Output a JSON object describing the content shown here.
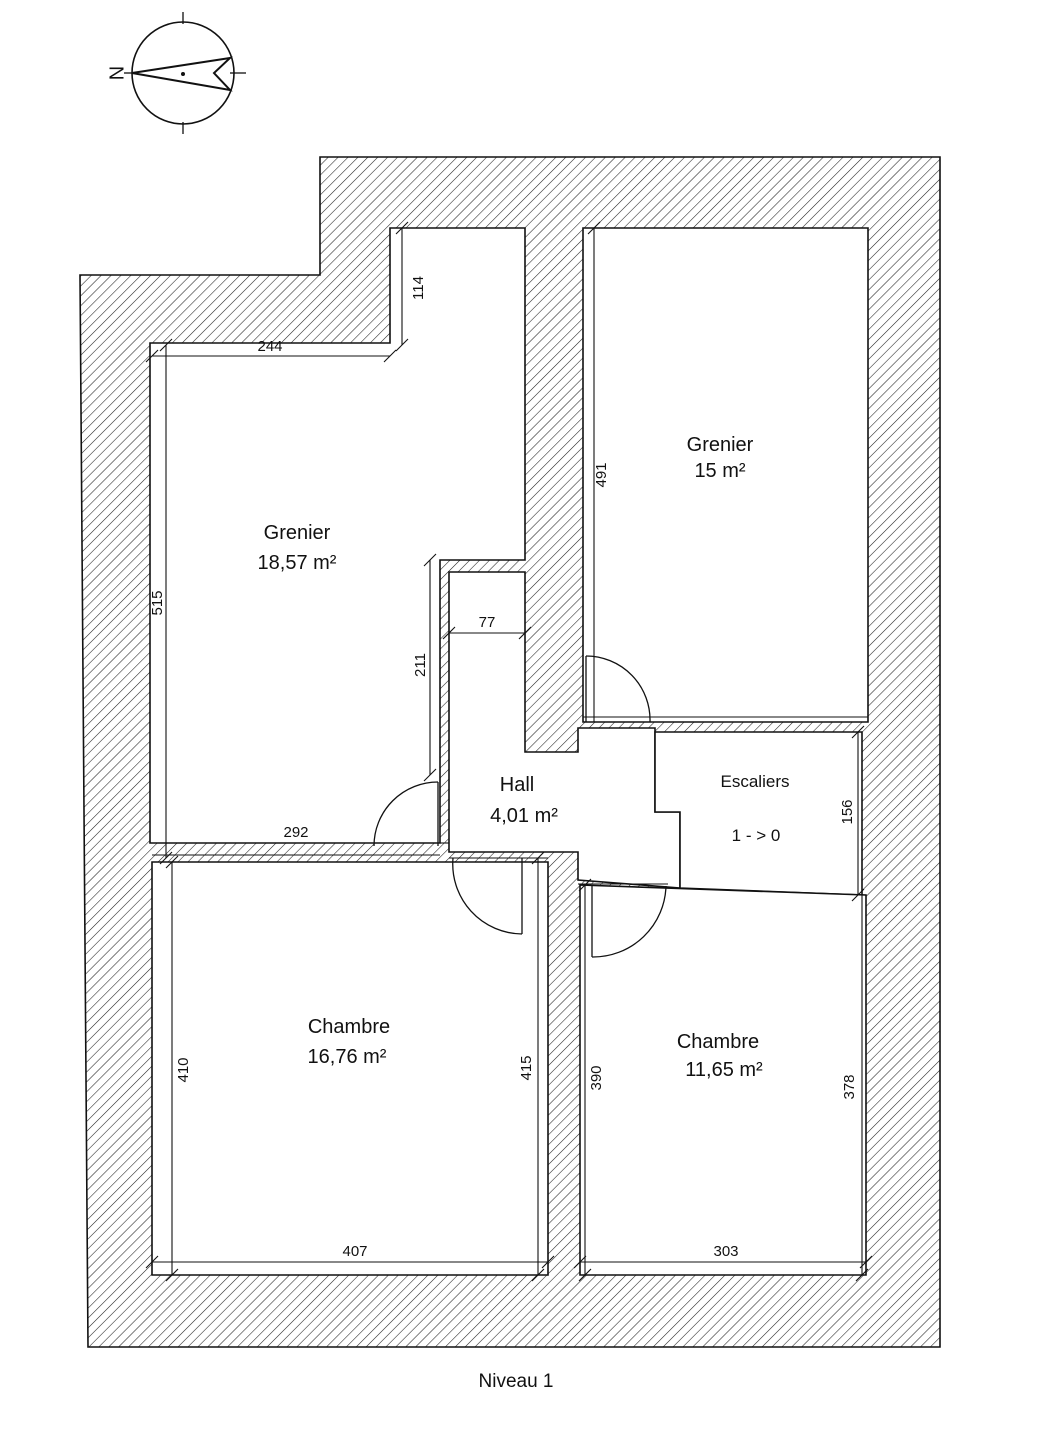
{
  "compass": {
    "north_letter": "N"
  },
  "rooms": {
    "grenier_left": {
      "name": "Grenier",
      "area": "18,57 m²"
    },
    "grenier_right": {
      "name": "Grenier",
      "area": "15 m²"
    },
    "hall": {
      "name": "Hall",
      "area": "4,01 m²"
    },
    "escaliers": {
      "name": "Escaliers",
      "direction": "1 - > 0"
    },
    "chambre_left": {
      "name": "Chambre",
      "area": "16,76 m²"
    },
    "chambre_right": {
      "name": "Chambre",
      "area": "11,65 m²"
    }
  },
  "dimensions": {
    "grenier_left_notch_height": "114",
    "grenier_left_top_width": "244",
    "grenier_left_height": "515",
    "grenier_left_recess_height": "211",
    "grenier_left_bottom_width": "292",
    "hall_width": "77",
    "grenier_right_height": "491",
    "escaliers_height": "156",
    "chambre_left_left_height": "410",
    "chambre_left_right_height": "415",
    "chambre_left_width": "407",
    "chambre_right_left_height": "390",
    "chambre_right_right_height": "378",
    "chambre_right_width": "303"
  },
  "caption": "Niveau 1",
  "colors": {
    "line": "#111111",
    "background": "#ffffff"
  }
}
